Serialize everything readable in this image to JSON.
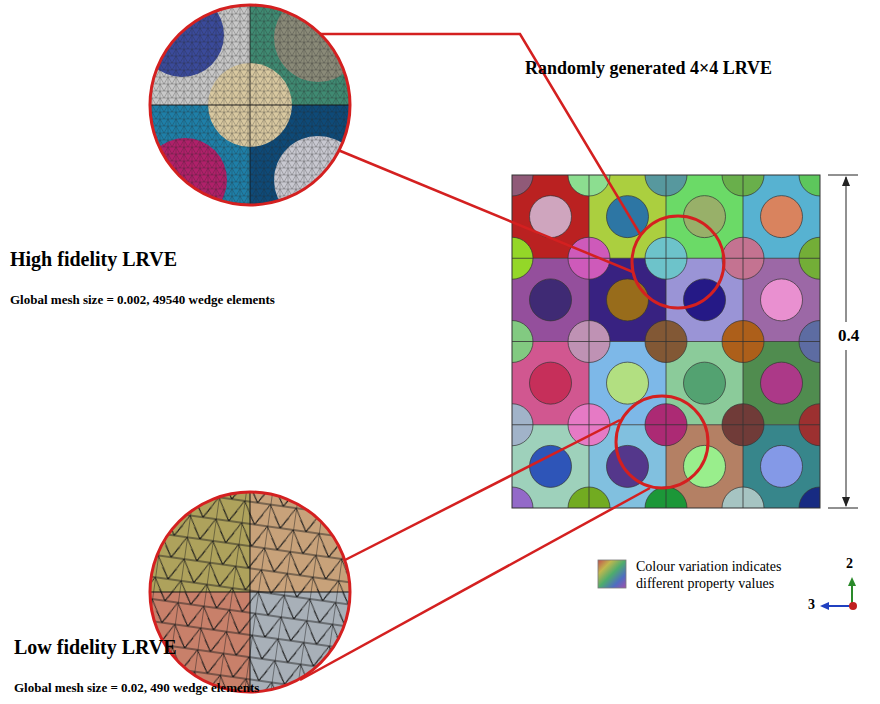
{
  "diagram": {
    "labels": [
      "Randomly generated 4×4 LRVE",
      "High fidelity LRVE",
      "Global mesh size = 0.002, 49540 wedge elements",
      "Low fidelity LRVE",
      "Global mesh size = 0.02, 490 wedge elements",
      "0.4",
      "2",
      "3"
    ],
    "legend": [
      {
        "text": "Colour variation indicates different property values"
      }
    ]
  }
}
